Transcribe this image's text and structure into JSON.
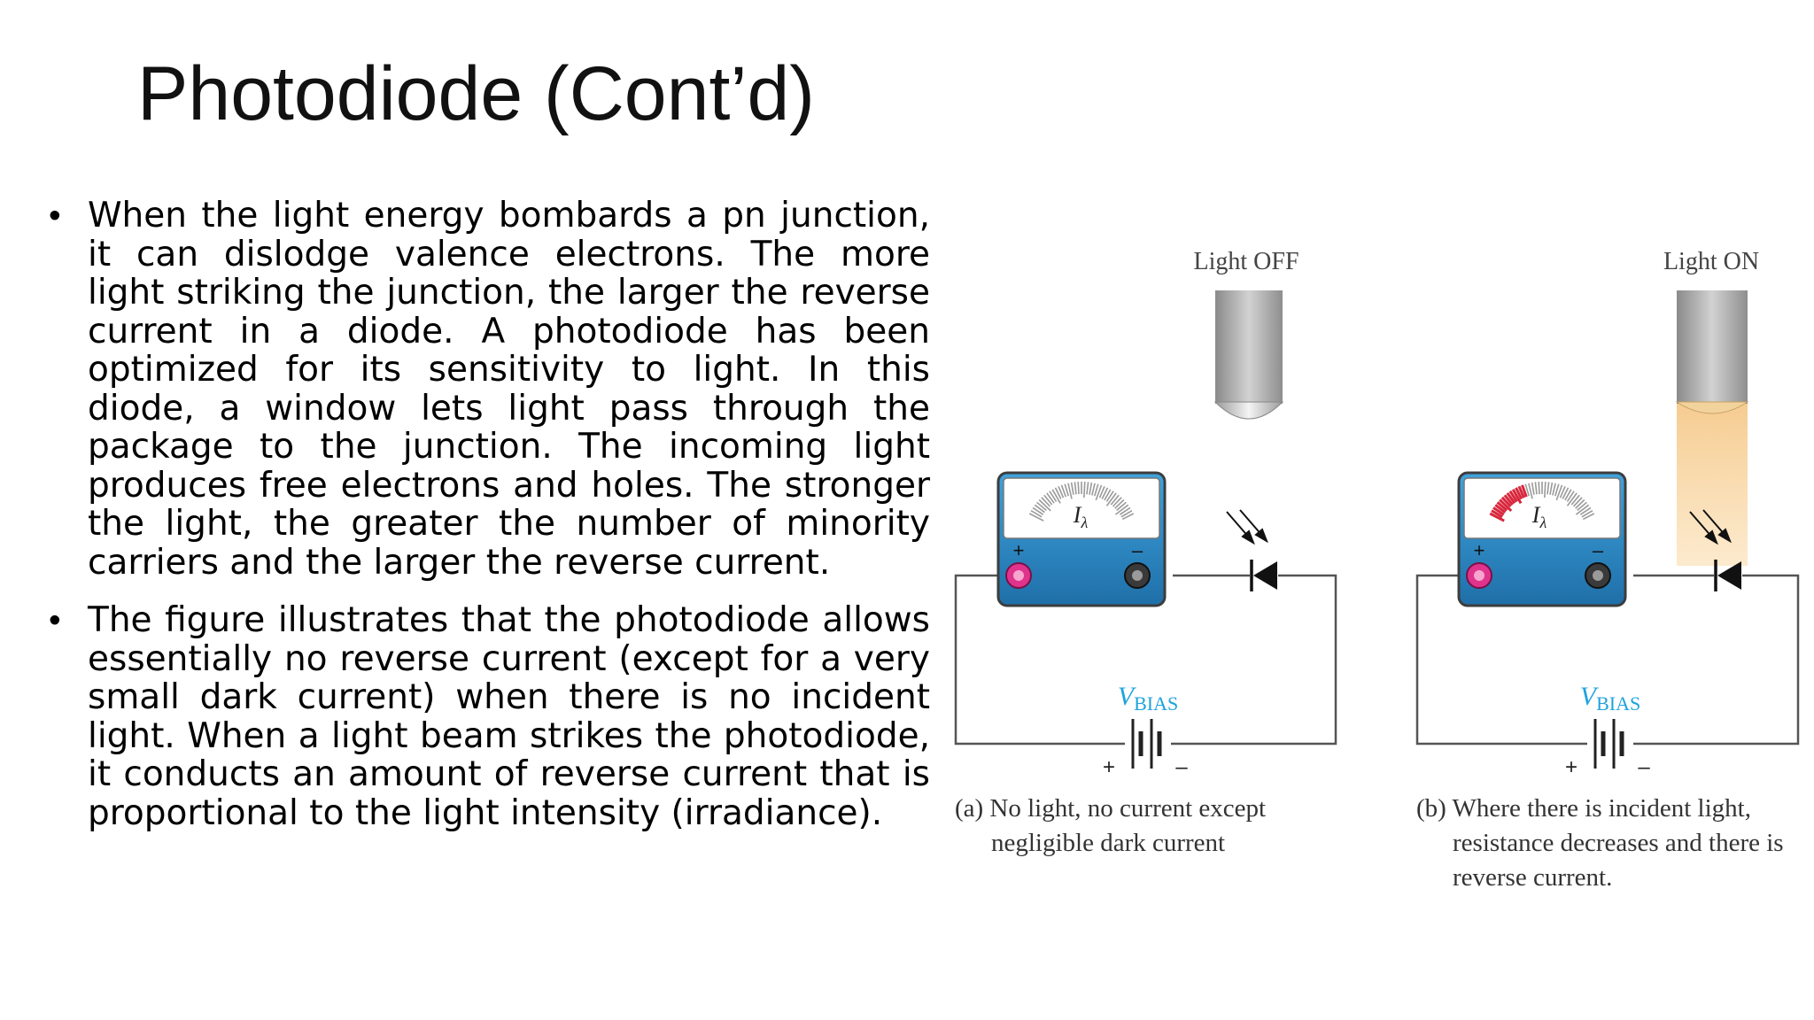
{
  "slide": {
    "title": "Photodiode (Cont’d)",
    "bullet_marker": "•",
    "bullets": [
      "When the light energy bombards a pn junction, it can dislodge valence electrons. The more light striking the junction, the larger the reverse current in a diode. A photodiode has been optimized for its sensitivity to light. In this diode, a window lets light pass through the package to the junction. The incoming light produces free electrons and holes. The stronger the light, the greater the number of minority carriers and the larger the reverse current.",
      "The figure illustrates that the photodiode allows essentially no reverse current (except for a very small dark current) when there is no incident light. When a light beam strikes the photodiode, it conducts an amount of reverse current that is proportional to the light intensity (irradiance)."
    ]
  },
  "figure": {
    "left_circuit": {
      "light_label": "Light OFF",
      "meter_symbol": "I",
      "meter_subscript": "λ",
      "meter_plus": "+",
      "meter_minus": "–",
      "vbias_main": "V",
      "vbias_sub": "BIAS",
      "battery_plus": "+",
      "battery_minus": "–",
      "caption": "(a) No light, no current except negligible dark current",
      "meter_deflection": 0
    },
    "right_circuit": {
      "light_label": "Light ON",
      "meter_symbol": "I",
      "meter_subscript": "λ",
      "meter_plus": "+",
      "meter_minus": "–",
      "vbias_main": "V",
      "vbias_sub": "BIAS",
      "battery_plus": "+",
      "battery_minus": "–",
      "caption": "(b) Where there is incident light, resistance decreases and there is reverse current.",
      "meter_deflection": 0.35
    },
    "colors": {
      "meter_blue": "#2a8bc9",
      "vbias_cyan": "#1ea3dc",
      "plus_terminal": "#e0338c",
      "meter_needle_red": "#d8263c",
      "light_beam": "#f5c98a"
    }
  }
}
